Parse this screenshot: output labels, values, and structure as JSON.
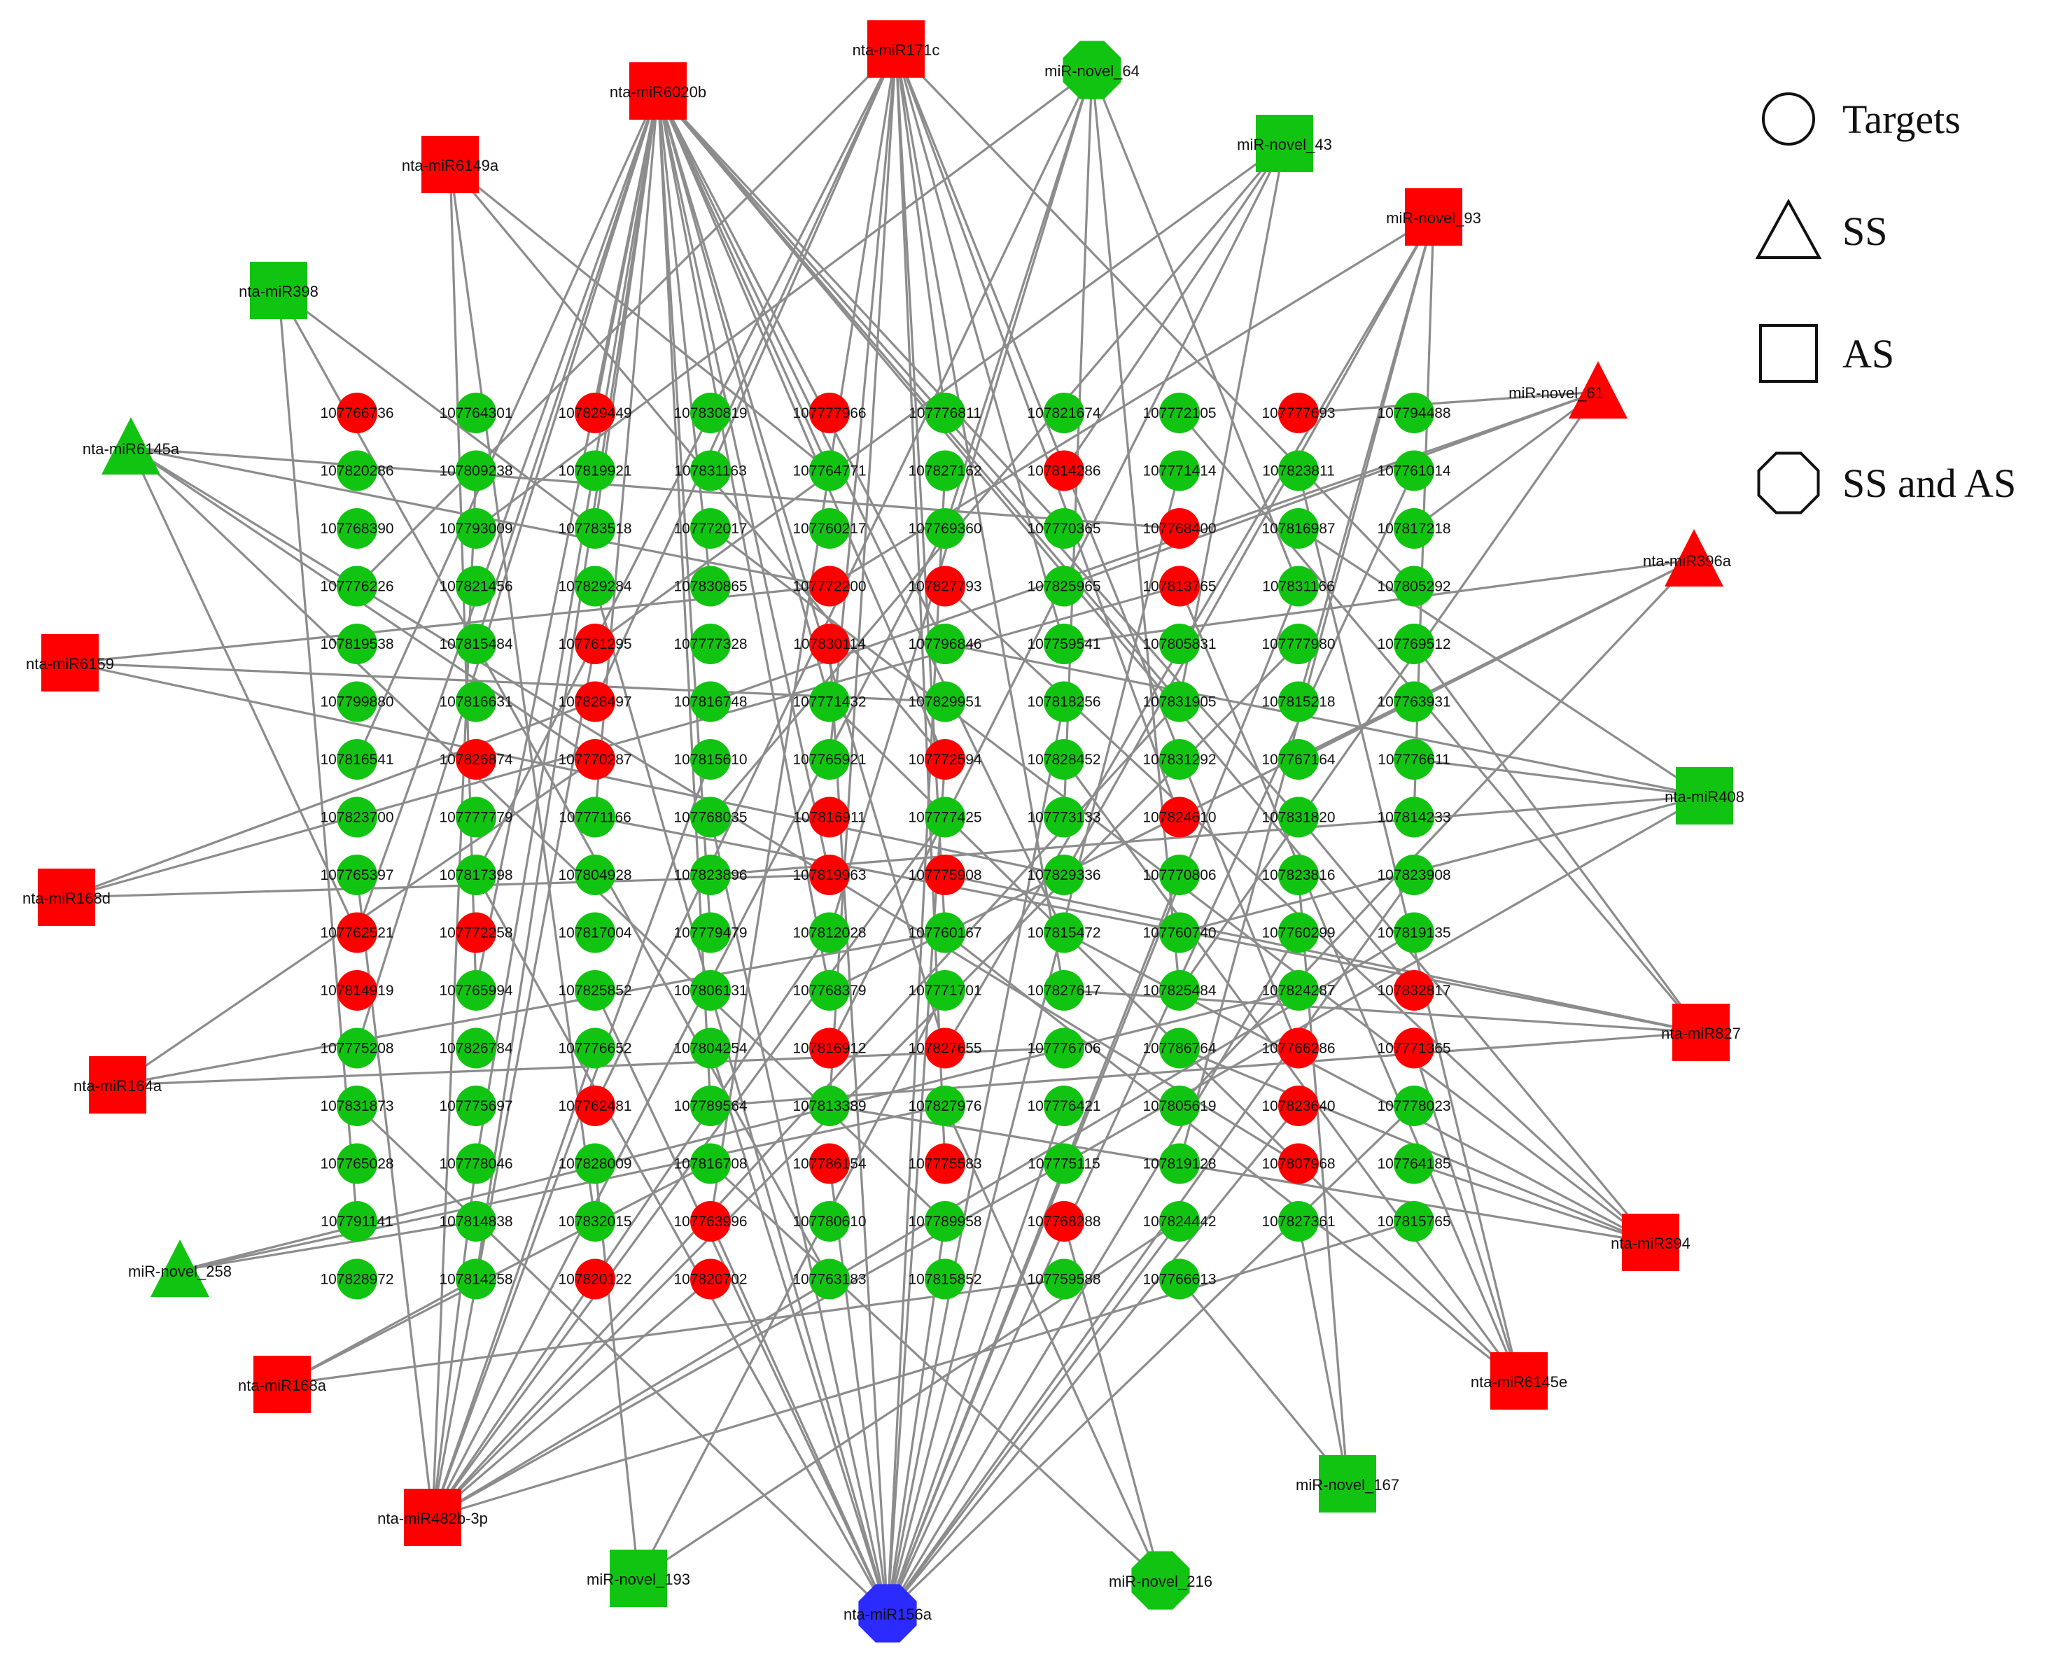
{
  "colors": {
    "red": "#ff0000",
    "green": "#12c412",
    "blue": "#2b2bff",
    "edge": "#8c8c8c"
  },
  "legend": [
    {
      "shape": "circle",
      "label": "Targets"
    },
    {
      "shape": "triangle",
      "label": "SS"
    },
    {
      "shape": "square",
      "label": "AS"
    },
    {
      "shape": "octagon",
      "label": "SS and AS"
    }
  ],
  "mirnas": [
    {
      "id": "nta-miR6020b",
      "shape": "square",
      "color": "red"
    },
    {
      "id": "nta-miR171c",
      "shape": "square",
      "color": "red"
    },
    {
      "id": "miR-novel_64",
      "shape": "octagon",
      "color": "green"
    },
    {
      "id": "miR-novel_43",
      "shape": "square",
      "color": "green"
    },
    {
      "id": "miR-novel_93",
      "shape": "square",
      "color": "red"
    },
    {
      "id": "nta-miR6149a",
      "shape": "square",
      "color": "red"
    },
    {
      "id": "nta-miR398",
      "shape": "square",
      "color": "green"
    },
    {
      "id": "miR-novel_61",
      "shape": "triangle",
      "color": "red"
    },
    {
      "id": "nta-miR6145a",
      "shape": "triangle",
      "color": "green"
    },
    {
      "id": "nta-miR396a",
      "shape": "triangle",
      "color": "red"
    },
    {
      "id": "nta-miR6159",
      "shape": "square",
      "color": "red"
    },
    {
      "id": "nta-miR408",
      "shape": "square",
      "color": "green"
    },
    {
      "id": "nta-miR168d",
      "shape": "square",
      "color": "red"
    },
    {
      "id": "nta-miR827",
      "shape": "square",
      "color": "red"
    },
    {
      "id": "nta-miR164a",
      "shape": "square",
      "color": "red"
    },
    {
      "id": "nta-miR394",
      "shape": "square",
      "color": "red"
    },
    {
      "id": "miR-novel_258",
      "shape": "triangle",
      "color": "green"
    },
    {
      "id": "nta-miR6145e",
      "shape": "square",
      "color": "red"
    },
    {
      "id": "nta-miR168a",
      "shape": "square",
      "color": "red"
    },
    {
      "id": "miR-novel_167",
      "shape": "square",
      "color": "green"
    },
    {
      "id": "nta-miR482b-3p",
      "shape": "square",
      "color": "red"
    },
    {
      "id": "miR-novel_193",
      "shape": "square",
      "color": "green"
    },
    {
      "id": "nta-miR156a",
      "shape": "octagon",
      "color": "blue"
    },
    {
      "id": "miR-novel_216",
      "shape": "octagon",
      "color": "green"
    }
  ],
  "target_columns": [
    [
      "R107766736",
      "G107820286",
      "G107768390",
      "G107776226",
      "G107819538",
      "G107799880",
      "G107816541",
      "G107823700",
      "G107765397",
      "R107762521",
      "R107814919",
      "G107775208",
      "G107831873",
      "G107765028",
      "G107791141",
      "G107828972"
    ],
    [
      "G107764301",
      "G107809238",
      "G107793009",
      "G107821456",
      "G107815484",
      "G107816631",
      "R107826874",
      "G107777779",
      "G107817398",
      "R107772258",
      "G107765994",
      "G107826784",
      "G107775697",
      "G107778046",
      "G107814838",
      "G107814258"
    ],
    [
      "R107829449",
      "G107819921",
      "G107783518",
      "G107829284",
      "R107761295",
      "R107828497",
      "R107770287",
      "G107771166",
      "G107804928",
      "G107817004",
      "G107825852",
      "G107776652",
      "R107762481",
      "G107828009",
      "G107832015",
      "R107820122"
    ],
    [
      "G107830819",
      "G107831163",
      "G107772017",
      "G107830865",
      "G107777328",
      "G107816748",
      "G107815610",
      "G107768035",
      "G107823896",
      "G107779479",
      "G107806131",
      "G107804254",
      "G107789564",
      "G107816708",
      "R107763996",
      "R107820702"
    ],
    [
      "R107777966",
      "G107764771",
      "G107760217",
      "R107772200",
      "R107830114",
      "G107771432",
      "G107765921",
      "R107816911",
      "R107819963",
      "G107812028",
      "G107768379",
      "R107816912",
      "G107813389",
      "R107786154",
      "G107780610",
      "G107763183"
    ],
    [
      "G107776811",
      "G107827162",
      "G107769360",
      "R107827793",
      "G107796846",
      "G107829951",
      "R107772594",
      "G107777425",
      "R107775908",
      "G107760167",
      "G107771701",
      "R107827655",
      "G107827976",
      "R107775583",
      "G107789958",
      "G107815852"
    ],
    [
      "G107821674",
      "R107814286",
      "G107770365",
      "G107825965",
      "G107759541",
      "G107818256",
      "G107828452",
      "G107773133",
      "G107829336",
      "G107815472",
      "G107827617",
      "G107776706",
      "G107776421",
      "G107775115",
      "R107768288",
      "G107759588"
    ],
    [
      "G107772105",
      "G107771414",
      "R107768400",
      "R107813765",
      "G107805831",
      "G107831905",
      "G107831292",
      "R107824610",
      "G107770806",
      "G107760740",
      "G107825484",
      "G107786764",
      "G107805619",
      "G107819128",
      "G107824442",
      "G107766613"
    ],
    [
      "R107777693",
      "G107823811",
      "G107816987",
      "G107831166",
      "G107777980",
      "G107815218",
      "G107767164",
      "G107831820",
      "G107823816",
      "G107760299",
      "G107824287",
      "R107766286",
      "R107823640",
      "R107807968",
      "G107827361"
    ],
    [
      "G107794488",
      "G107761014",
      "G107817218",
      "G107805292",
      "G107769512",
      "G107763931",
      "G107776611",
      "G107814233",
      "G107823908",
      "G107819135",
      "R107832817",
      "R107771365",
      "G107778023",
      "G107764185",
      "G107815765"
    ]
  ],
  "edges": [
    [
      "nta-miR6020b",
      [
        [
          0,
          6
        ],
        [
          0,
          9
        ],
        [
          0,
          11
        ],
        [
          1,
          4
        ],
        [
          1,
          10
        ],
        [
          1,
          13
        ],
        [
          1,
          15
        ],
        [
          2,
          0
        ],
        [
          2,
          2
        ],
        [
          2,
          7
        ],
        [
          3,
          3
        ],
        [
          3,
          9
        ],
        [
          3,
          12
        ],
        [
          4,
          1
        ],
        [
          4,
          5
        ],
        [
          4,
          8
        ],
        [
          4,
          10
        ],
        [
          5,
          4
        ],
        [
          5,
          6
        ],
        [
          5,
          11
        ],
        [
          6,
          2
        ],
        [
          6,
          9
        ],
        [
          7,
          5
        ],
        [
          8,
          7
        ],
        [
          9,
          10
        ]
      ]
    ],
    [
      "nta-miR171c",
      [
        [
          0,
          3
        ],
        [
          1,
          8
        ],
        [
          2,
          5
        ],
        [
          3,
          1
        ],
        [
          3,
          14
        ],
        [
          4,
          6
        ],
        [
          4,
          12
        ],
        [
          5,
          0
        ],
        [
          5,
          9
        ],
        [
          5,
          13
        ],
        [
          6,
          4
        ],
        [
          6,
          10
        ],
        [
          7,
          7
        ],
        [
          8,
          11
        ],
        [
          9,
          3
        ]
      ]
    ],
    [
      "miR-novel_64",
      [
        [
          1,
          2
        ],
        [
          2,
          12
        ],
        [
          4,
          9
        ],
        [
          5,
          2
        ],
        [
          6,
          7
        ],
        [
          7,
          10
        ],
        [
          8,
          3
        ]
      ]
    ],
    [
      "miR-novel_43",
      [
        [
          2,
          4
        ],
        [
          3,
          7
        ],
        [
          4,
          11
        ],
        [
          6,
          1
        ],
        [
          7,
          5
        ]
      ]
    ],
    [
      "miR-novel_93",
      [
        [
          4,
          3
        ],
        [
          5,
          11
        ],
        [
          6,
          8
        ],
        [
          7,
          13
        ],
        [
          8,
          5
        ],
        [
          9,
          7
        ]
      ]
    ],
    [
      "nta-miR6149a",
      [
        [
          1,
          10
        ],
        [
          2,
          14
        ],
        [
          4,
          1
        ],
        [
          5,
          6
        ]
      ]
    ],
    [
      "nta-miR398",
      [
        [
          0,
          14
        ],
        [
          2,
          2
        ],
        [
          4,
          15
        ]
      ]
    ],
    [
      "miR-novel_61",
      [
        [
          3,
          5
        ],
        [
          6,
          3
        ],
        [
          7,
          10
        ],
        [
          8,
          0
        ],
        [
          9,
          2
        ]
      ]
    ],
    [
      "nta-miR6145a",
      [
        [
          0,
          9
        ],
        [
          2,
          6
        ],
        [
          4,
          3
        ],
        [
          5,
          14
        ],
        [
          7,
          2
        ],
        [
          8,
          13
        ]
      ]
    ],
    [
      "nta-miR396a",
      [
        [
          4,
          10
        ],
        [
          6,
          4
        ],
        [
          7,
          12
        ],
        [
          8,
          6
        ],
        [
          9,
          15
        ]
      ]
    ],
    [
      "nta-miR6159",
      [
        [
          4,
          3
        ],
        [
          5,
          5
        ],
        [
          6,
          8
        ]
      ]
    ],
    [
      "nta-miR408",
      [
        [
          3,
          8
        ],
        [
          5,
          4
        ],
        [
          6,
          13
        ],
        [
          7,
          9
        ],
        [
          8,
          2
        ],
        [
          9,
          6
        ]
      ]
    ],
    [
      "nta-miR168d",
      [
        [
          2,
          5
        ],
        [
          4,
          8
        ],
        [
          7,
          3
        ]
      ]
    ],
    [
      "nta-miR827",
      [
        [
          2,
          7
        ],
        [
          3,
          12
        ],
        [
          5,
          8
        ],
        [
          6,
          10
        ],
        [
          7,
          0
        ],
        [
          9,
          4
        ]
      ]
    ],
    [
      "nta-miR164a",
      [
        [
          2,
          6
        ],
        [
          5,
          9
        ],
        [
          6,
          11
        ]
      ]
    ],
    [
      "nta-miR394",
      [
        [
          3,
          2
        ],
        [
          4,
          12
        ],
        [
          5,
          3
        ],
        [
          6,
          9
        ],
        [
          7,
          11
        ],
        [
          8,
          7
        ],
        [
          9,
          13
        ]
      ]
    ],
    [
      "miR-novel_258",
      [
        [
          1,
          14
        ],
        [
          5,
          12
        ],
        [
          8,
          10
        ]
      ]
    ],
    [
      "nta-miR6145e",
      [
        [
          4,
          5
        ],
        [
          5,
          9
        ],
        [
          6,
          6
        ],
        [
          7,
          3
        ],
        [
          8,
          1
        ],
        [
          9,
          11
        ]
      ]
    ],
    [
      "nta-miR168a",
      [
        [
          1,
          15
        ],
        [
          3,
          13
        ],
        [
          6,
          15
        ]
      ]
    ],
    [
      "miR-novel_167",
      [
        [
          7,
          15
        ],
        [
          8,
          8
        ],
        [
          8,
          14
        ]
      ]
    ],
    [
      "nta-miR482b-3p",
      [
        [
          0,
          8
        ],
        [
          1,
          1
        ],
        [
          1,
          13
        ],
        [
          2,
          4
        ],
        [
          2,
          11
        ],
        [
          3,
          6
        ],
        [
          3,
          15
        ],
        [
          4,
          9
        ],
        [
          5,
          2
        ],
        [
          5,
          7
        ],
        [
          6,
          13
        ],
        [
          7,
          5
        ],
        [
          8,
          4
        ],
        [
          9,
          9
        ],
        [
          9,
          14
        ]
      ]
    ],
    [
      "miR-novel_193",
      [
        [
          2,
          13
        ],
        [
          5,
          10
        ],
        [
          7,
          14
        ]
      ]
    ],
    [
      "nta-miR156a",
      [
        [
          0,
          12
        ],
        [
          1,
          8
        ],
        [
          2,
          3
        ],
        [
          2,
          10
        ],
        [
          3,
          7
        ],
        [
          3,
          11
        ],
        [
          3,
          14
        ],
        [
          4,
          4
        ],
        [
          4,
          13
        ],
        [
          5,
          1
        ],
        [
          5,
          6
        ],
        [
          5,
          14
        ],
        [
          6,
          5
        ],
        [
          6,
          12
        ],
        [
          7,
          1
        ],
        [
          7,
          8
        ],
        [
          7,
          14
        ],
        [
          8,
          3
        ],
        [
          8,
          9
        ],
        [
          8,
          12
        ],
        [
          9,
          1
        ],
        [
          9,
          8
        ],
        [
          9,
          12
        ]
      ]
    ],
    [
      "miR-novel_216",
      [
        [
          3,
          13
        ],
        [
          5,
          12
        ],
        [
          6,
          14
        ]
      ]
    ]
  ]
}
